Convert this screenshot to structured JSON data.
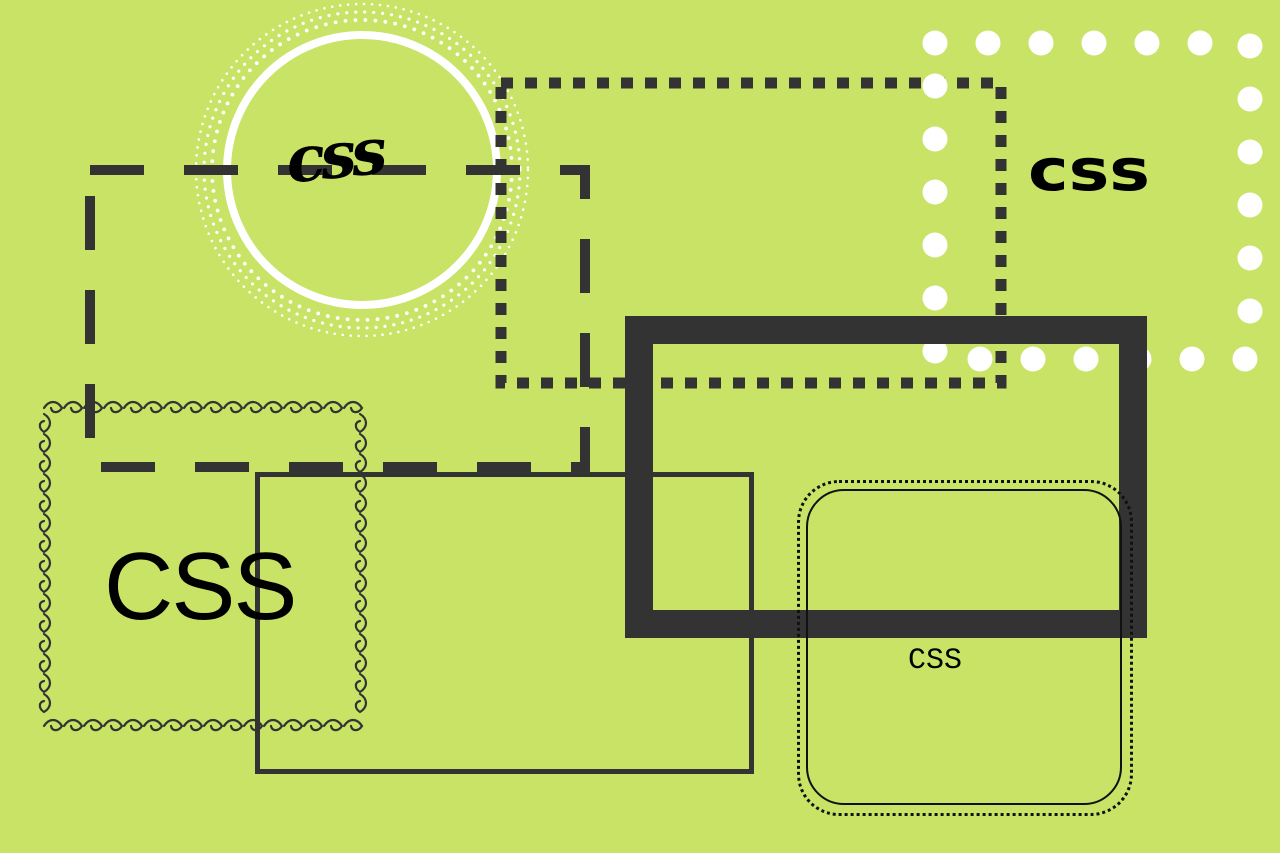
{
  "colors": {
    "background": "#c8e365",
    "dark": "#333333",
    "white": "#ffffff",
    "text": "#000000"
  },
  "labels": {
    "script": "css",
    "bold": "css",
    "regular": "CSS",
    "thin": "CSS"
  },
  "decorations": {
    "swirl_border_icon": "ornamental-swirl"
  }
}
